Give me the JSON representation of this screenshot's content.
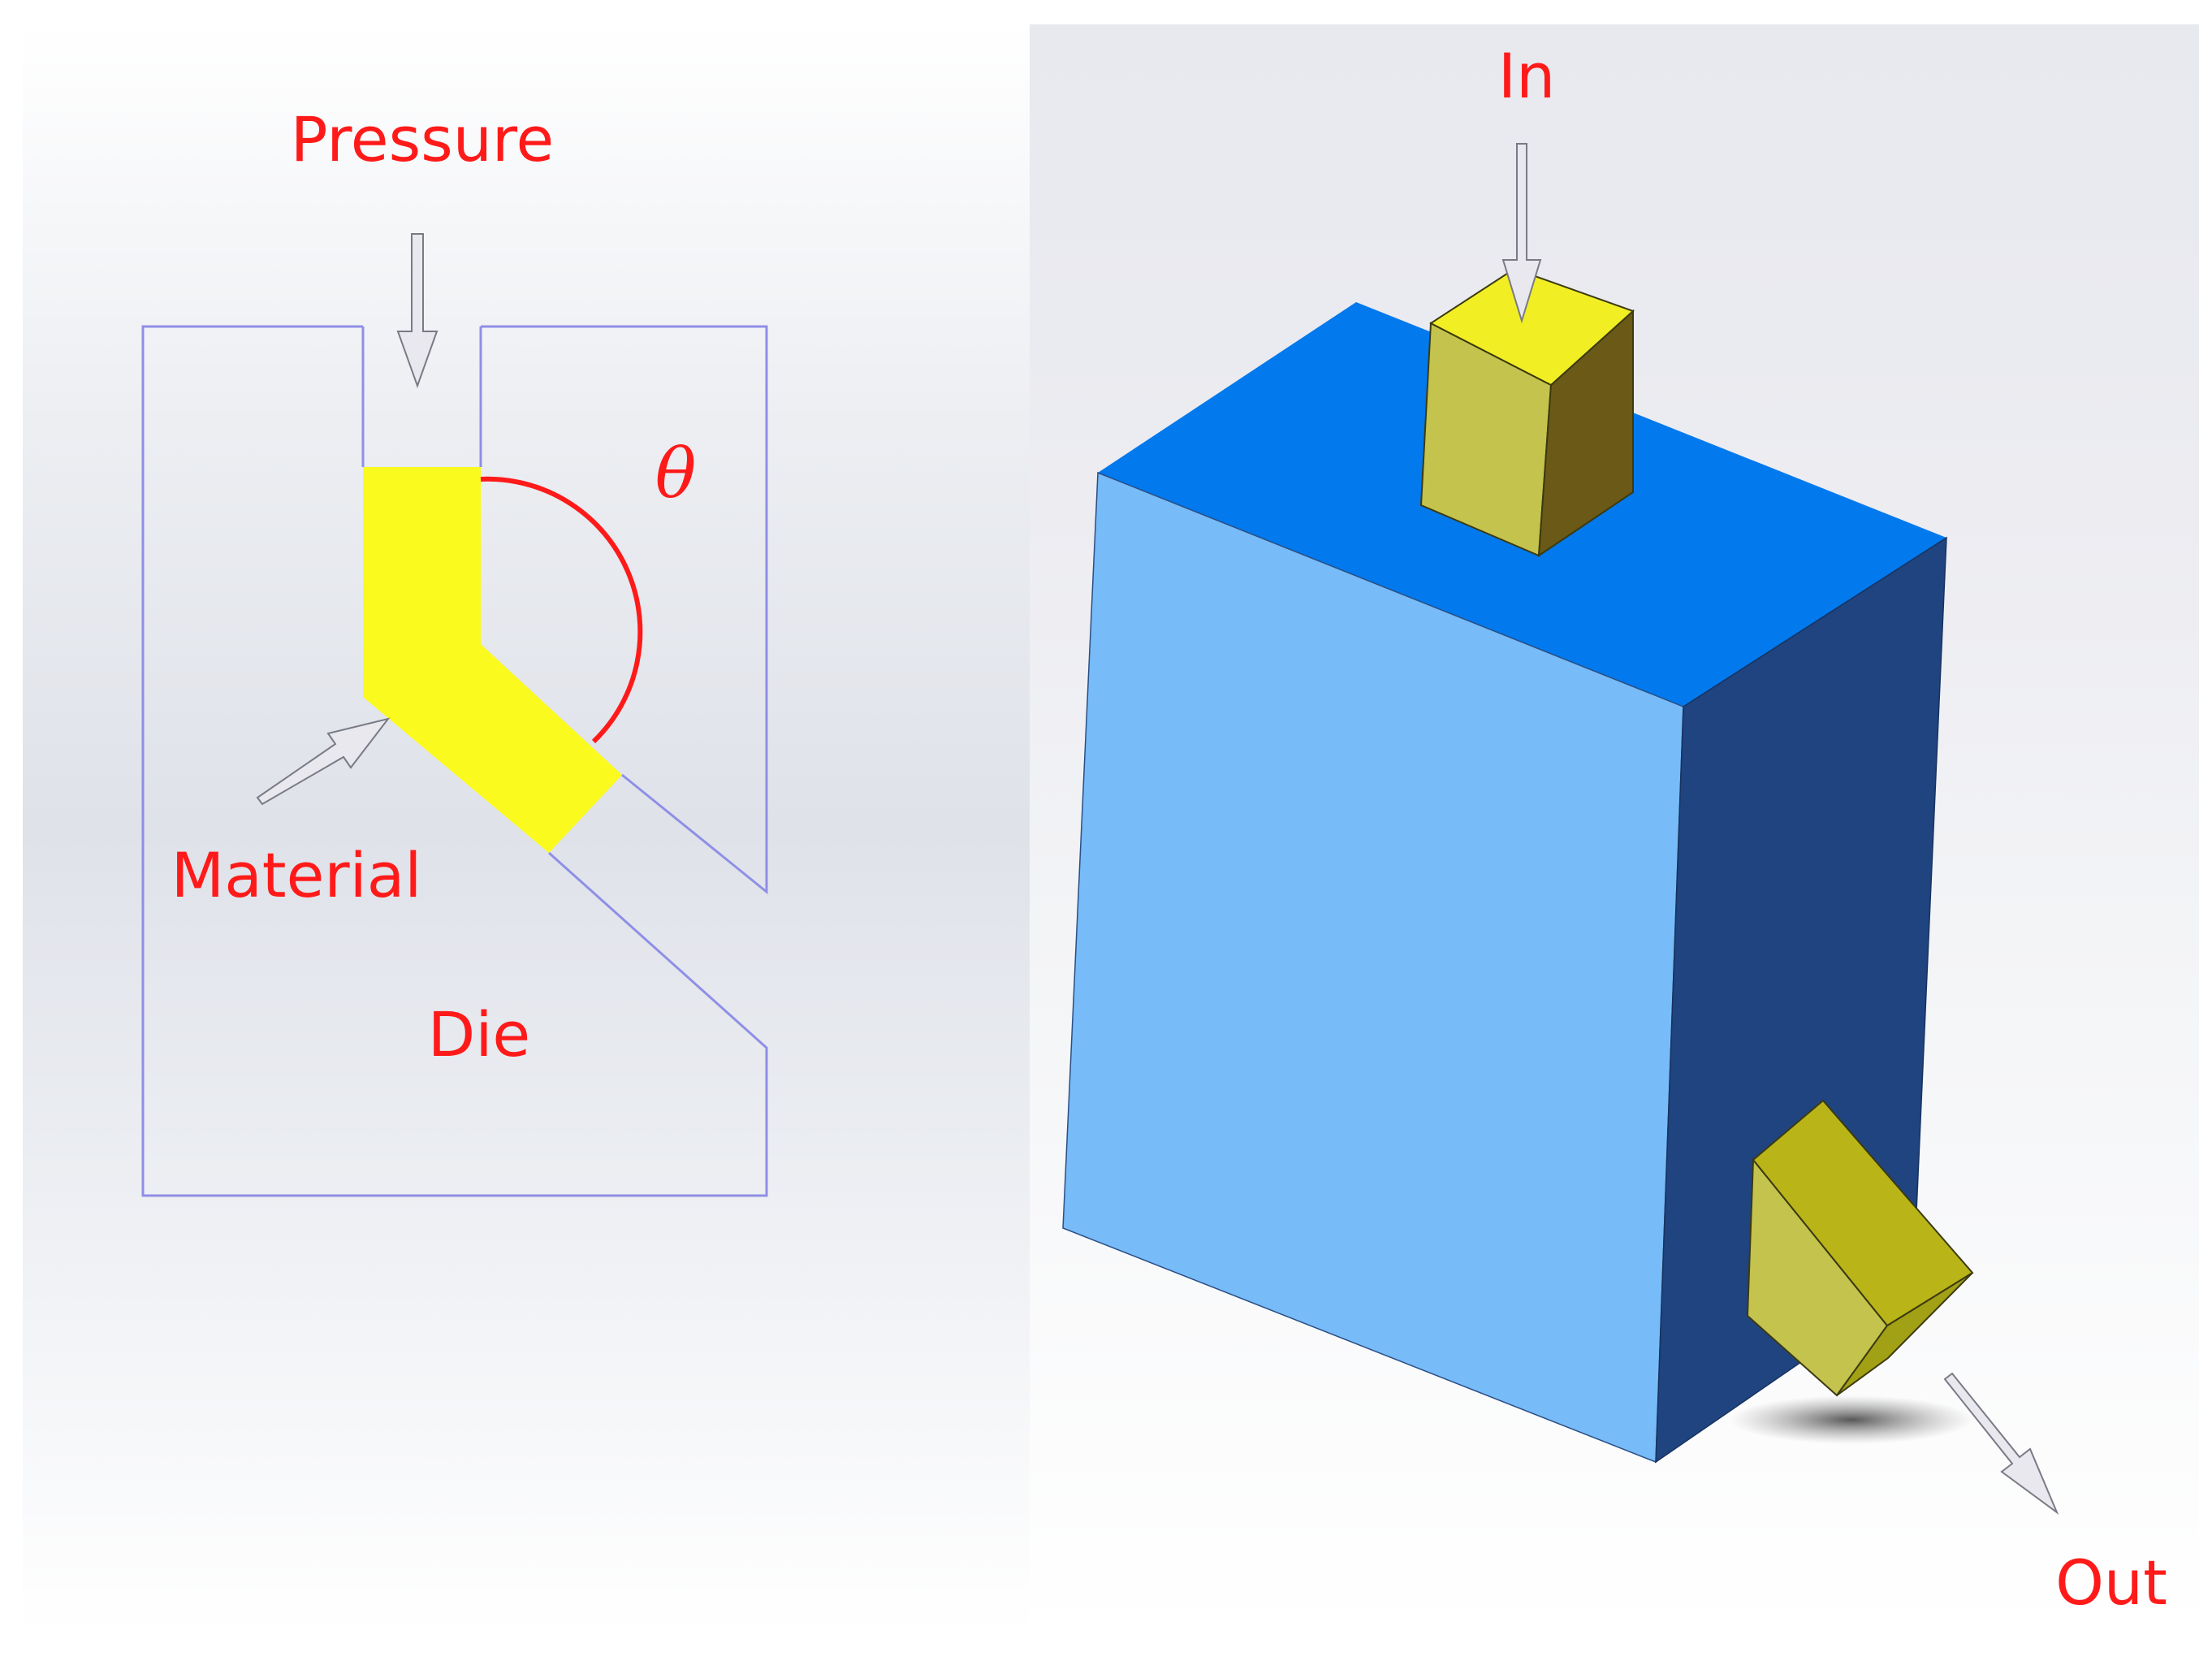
{
  "left_panel": {
    "pressure_label": "Pressure",
    "theta_label": "θ",
    "material_label": "Material",
    "die_label": "Die"
  },
  "right_panel": {
    "in_label": "In",
    "out_label": "Out"
  },
  "colors": {
    "label_red": "#ff1a1a",
    "material_yellow": "#fafa1e",
    "die_outline": "#8f8fe6",
    "arrow_fill": "#e8e8ee",
    "arrow_stroke": "#7a7a86",
    "block_front": "#77bbf8",
    "block_top": "#0279ec",
    "block_side": "#1f4480",
    "billet_top": "#f1ef24",
    "billet_front": "#c3c34e",
    "billet_side": "#6b5918",
    "billet_out_top": "#b9b519"
  }
}
